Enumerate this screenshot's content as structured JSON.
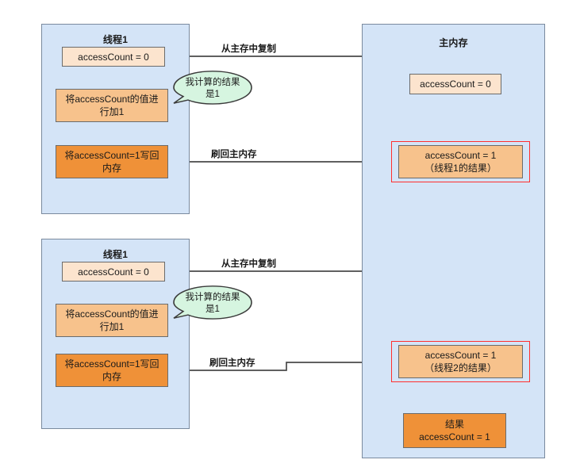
{
  "diagram": {
    "title": "Java memory model - two threads incrementing accessCount",
    "colors": {
      "panel_fill": "#d4e4f7",
      "panel_stroke": "#7a8a9e",
      "box_light": "#fce4ce",
      "box_mid": "#f7c28c",
      "box_dark": "#ef9138",
      "box_stroke": "#6b6b6b",
      "highlight_red": "#ff2f2f",
      "bubble_fill": "#d6f5e0",
      "bubble_stroke": "#3a3a3a",
      "arrow": "#4a4a4a"
    }
  },
  "thread_panels": [
    {
      "id": "thread-panel-top",
      "title": "线程1",
      "steps": [
        {
          "id": "read",
          "label": "accessCount = 0",
          "tone": "light"
        },
        {
          "id": "increment",
          "label": "将accessCount的值进行加1",
          "tone": "mid"
        },
        {
          "id": "writeback",
          "label": "将accessCount=1写回内存",
          "tone": "dark"
        }
      ],
      "bubble": "我计算的结果是1"
    },
    {
      "id": "thread-panel-bottom",
      "title": "线程1",
      "steps": [
        {
          "id": "read",
          "label": "accessCount = 0",
          "tone": "light"
        },
        {
          "id": "increment",
          "label": "将accessCount的值进行加1",
          "tone": "mid"
        },
        {
          "id": "writeback",
          "label": "将accessCount=1写回内存",
          "tone": "dark"
        }
      ],
      "bubble": "我计算的结果是1"
    }
  ],
  "main_memory": {
    "title": "主内存",
    "boxes": [
      {
        "id": "initial",
        "label": "accessCount = 0",
        "tone": "light",
        "highlighted": false
      },
      {
        "id": "after-thread1",
        "label": "accessCount = 1\n（线程1的结果）",
        "tone": "mid",
        "highlighted": true
      },
      {
        "id": "after-thread2",
        "label": "accessCount = 1\n（线程2的结果）",
        "tone": "mid",
        "highlighted": true
      },
      {
        "id": "final-result",
        "label": "结果\naccessCount = 1",
        "tone": "dark",
        "highlighted": false
      }
    ]
  },
  "edge_labels": {
    "copy_top": "从主存中复制",
    "flush_top": "刷回主内存",
    "copy_bottom": "从主存中复制",
    "flush_bottom": "刷回主内存"
  },
  "text_parts": {
    "mm_box2_line1": "accessCount = 1",
    "mm_box2_line2": "（线程1的结果）",
    "mm_box3_line1": "accessCount = 1",
    "mm_box3_line2": "（线程2的结果）",
    "mm_box4_line1": "结果",
    "mm_box4_line2": "accessCount = 1",
    "inc_line1": "将accessCount的值进",
    "inc_line2": "行加1",
    "wb_line1": "将accessCount=1写回",
    "wb_line2": "内存",
    "bubble_line1": "我计算的结果",
    "bubble_line2": "是1"
  }
}
